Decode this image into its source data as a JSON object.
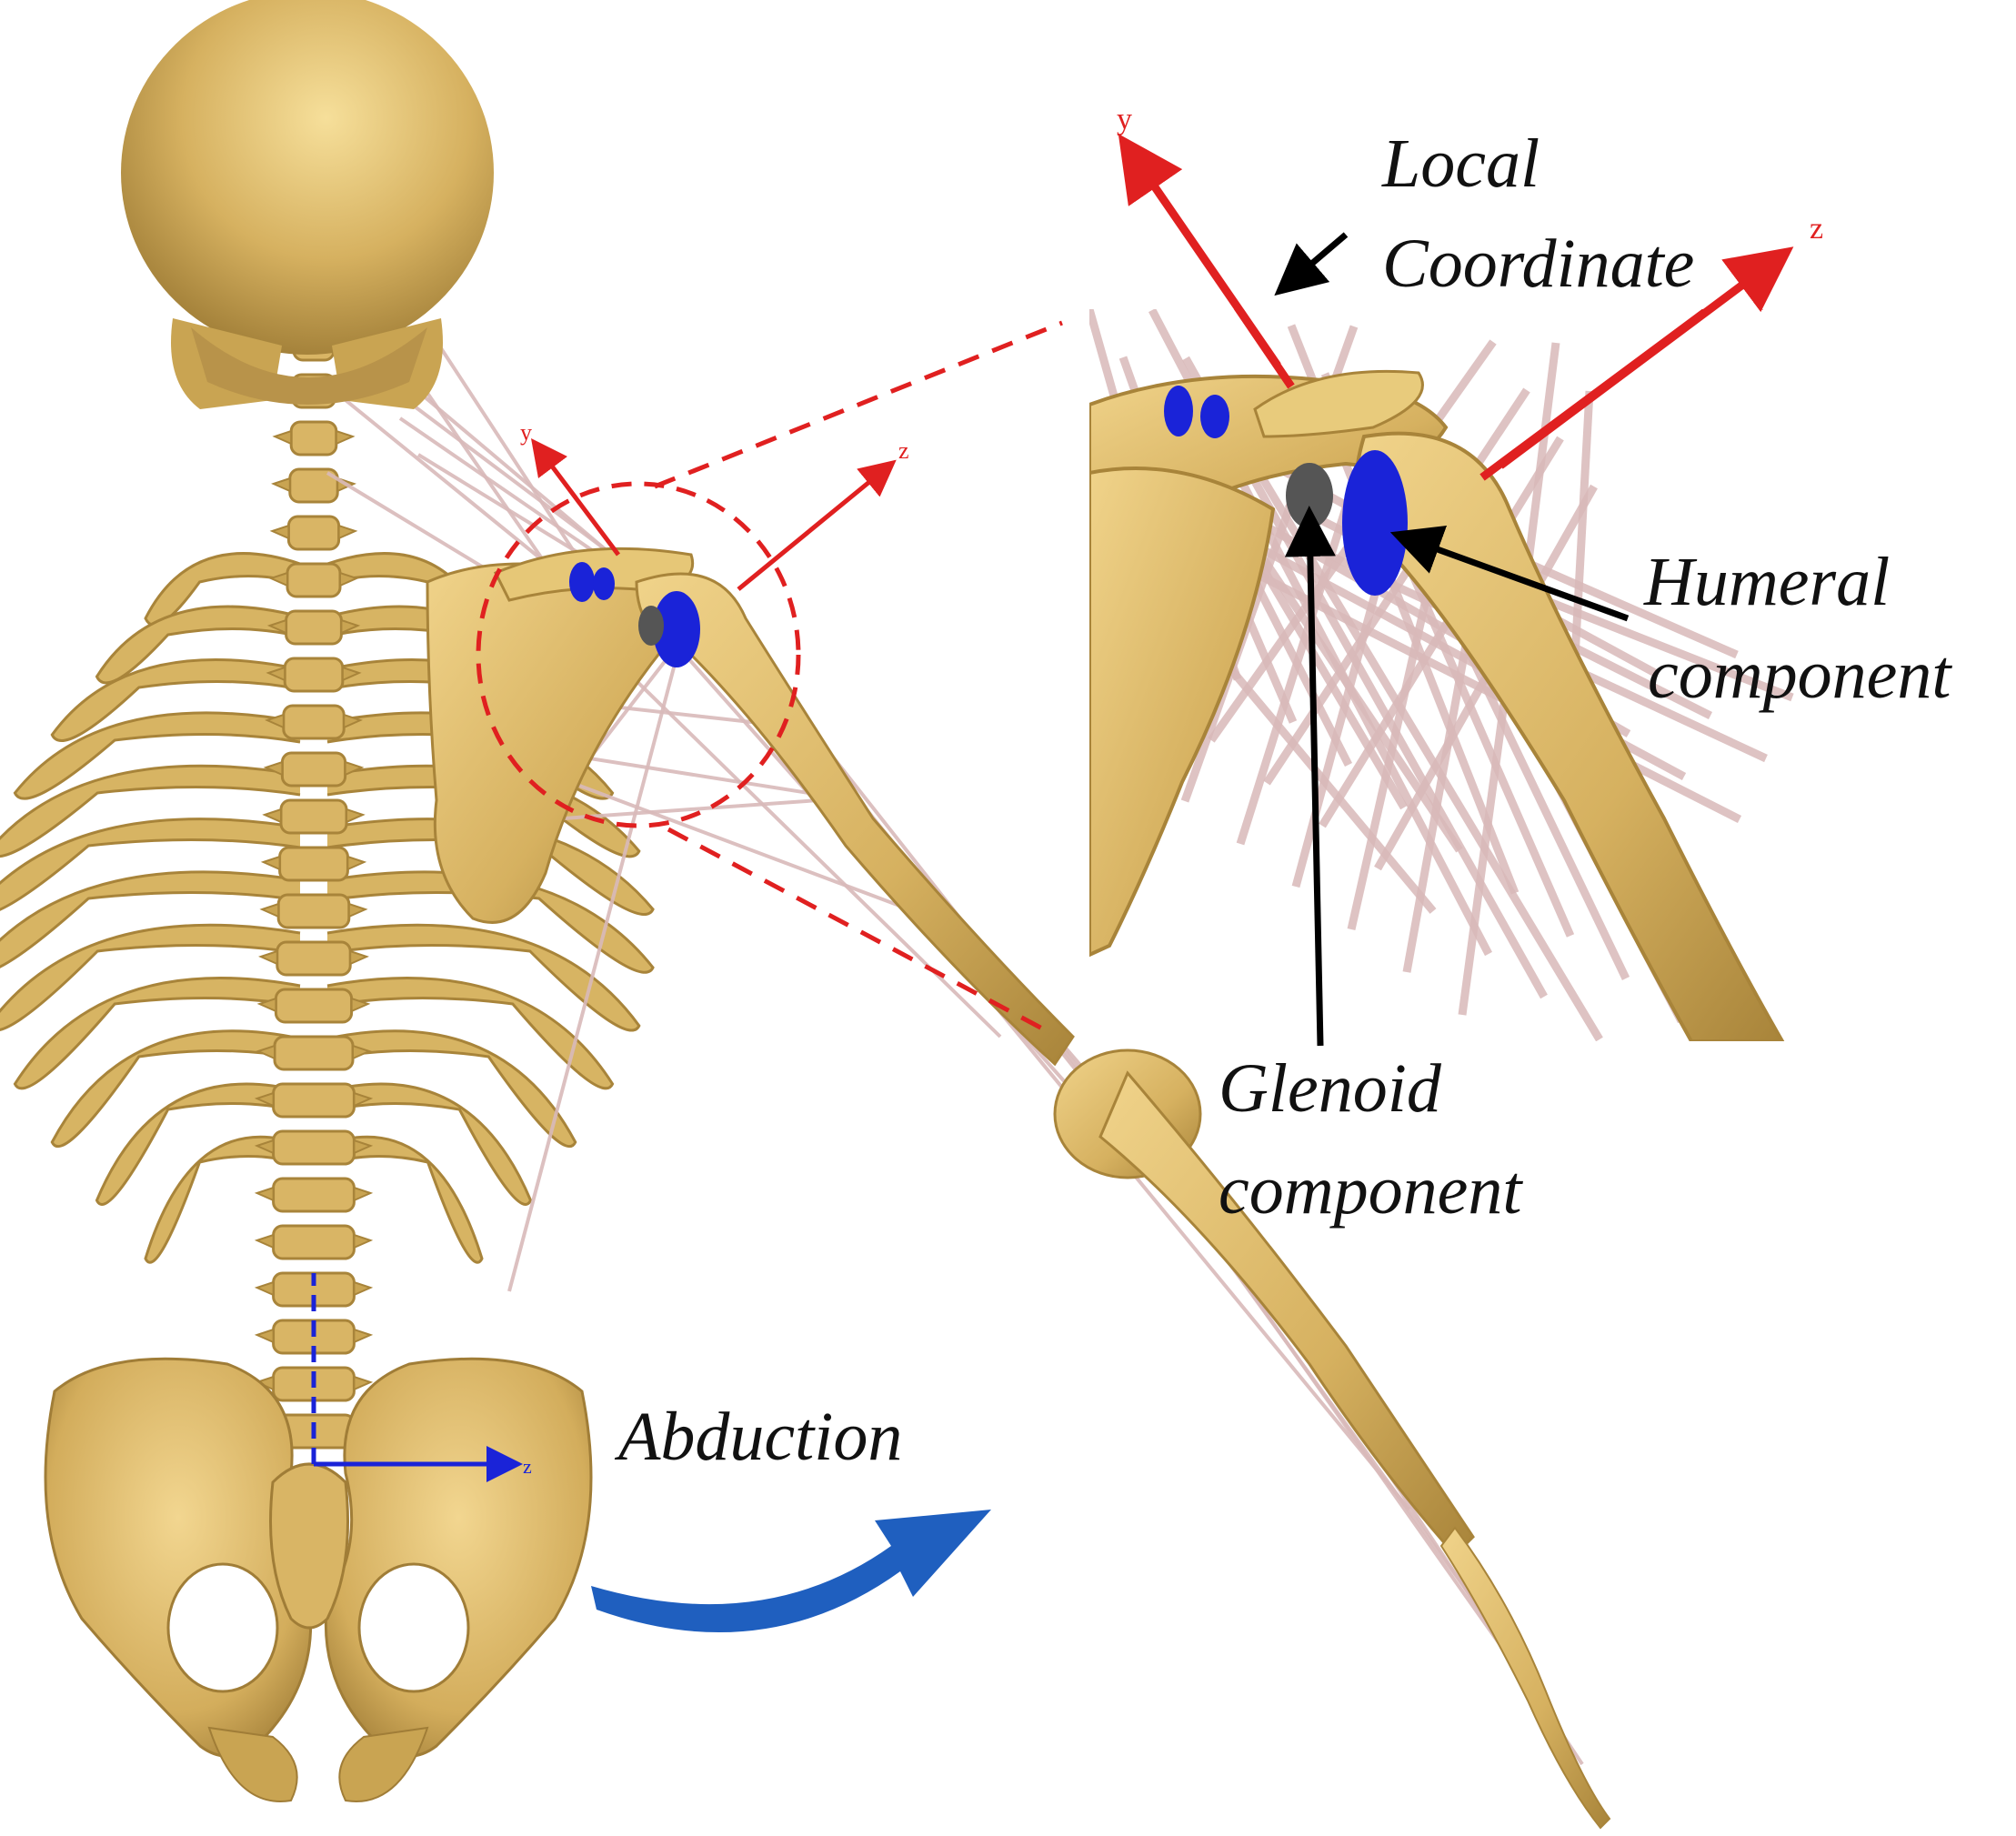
{
  "annotations": {
    "local": "Local",
    "coordinate": "Coordinate",
    "humeral": "Humeral",
    "humeral_component": "component",
    "glenoid": "Glenoid",
    "glenoid_component": "component",
    "abduction": "Abduction"
  },
  "axes": {
    "inset_y": "y",
    "inset_z": "z",
    "shoulder_y": "y",
    "shoulder_z": "z",
    "pelvis_z": "z"
  },
  "colors": {
    "bone": "#d9b565",
    "bone_shadow": "#a8843a",
    "muscle": "#d8b9b9",
    "implant": "#1a23d8",
    "axis_local": "#e02020",
    "axis_global": "#1a23d8",
    "zoom_outline": "#e02020",
    "abduction_arrow": "#1f5fbf"
  }
}
